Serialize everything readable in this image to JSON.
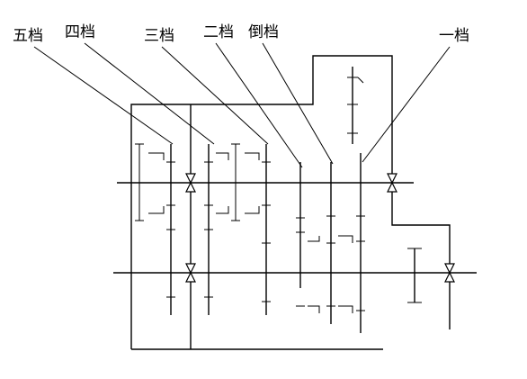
{
  "labels": {
    "gear5": "五档",
    "gear4": "四档",
    "gear3": "三档",
    "gear2": "二档",
    "reverse": "倒档",
    "gear1": "一档"
  }
}
